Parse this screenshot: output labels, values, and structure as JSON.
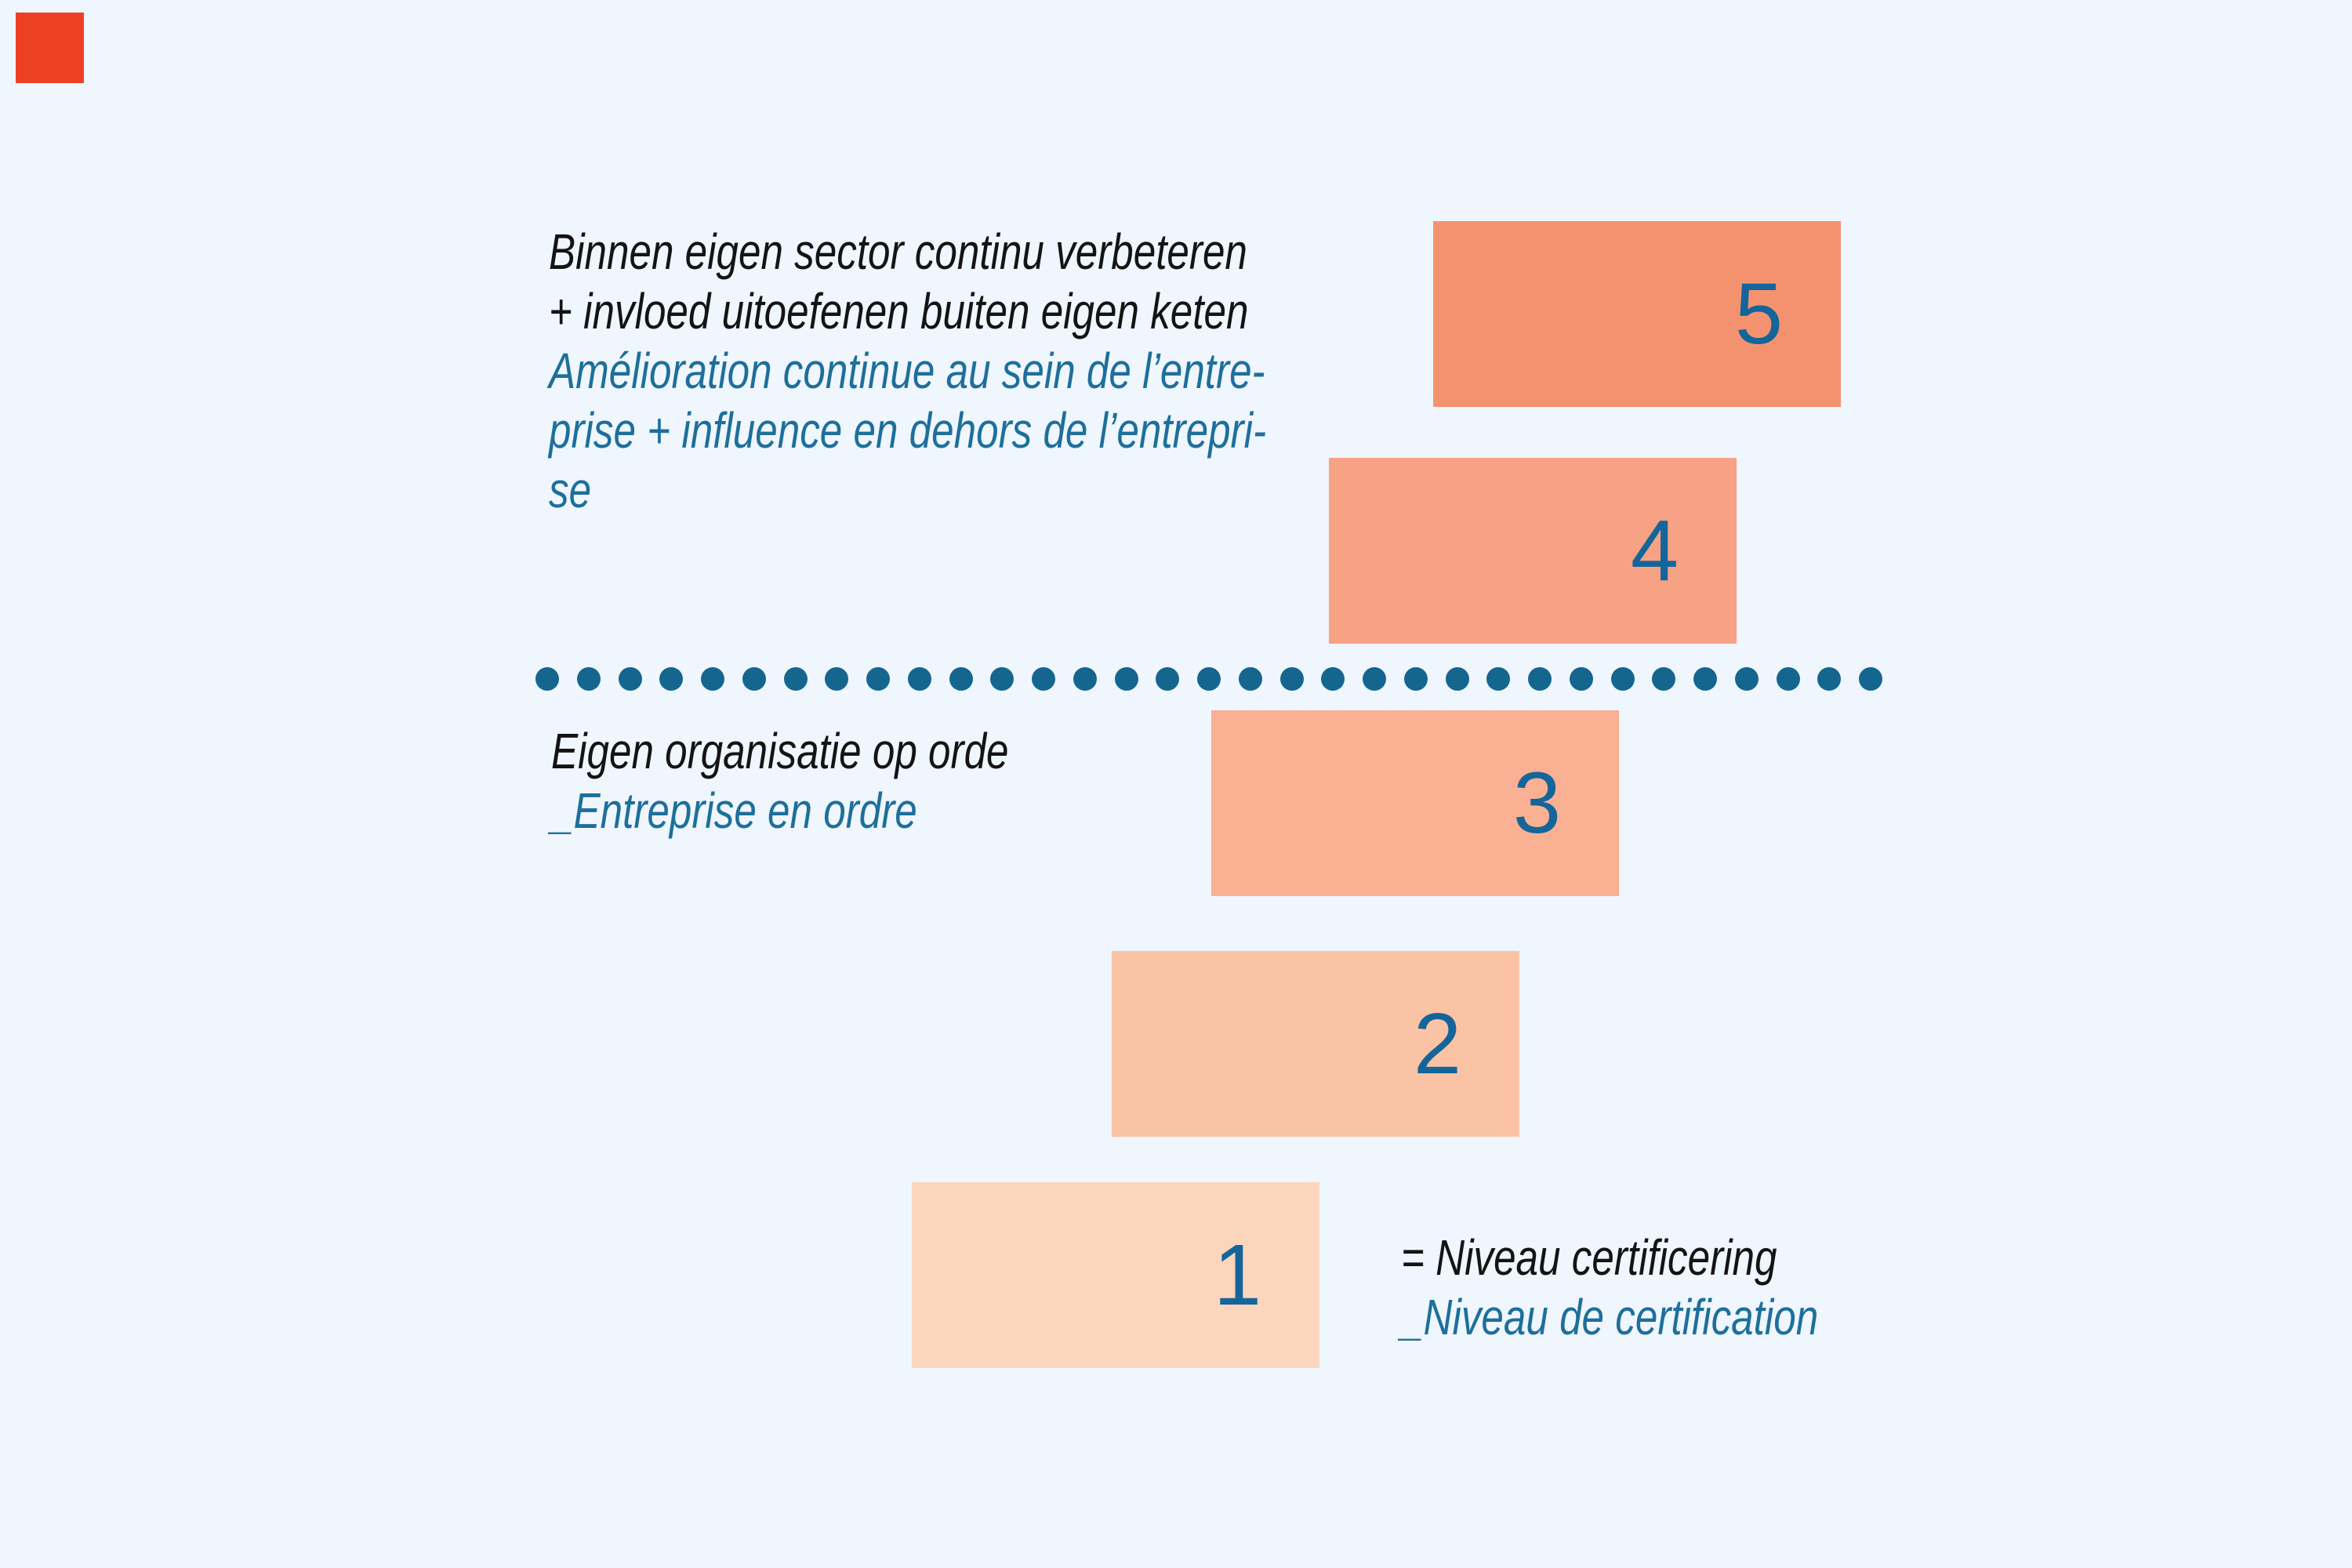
{
  "page": {
    "background_color": "#eff6fd"
  },
  "brand": {
    "corner_square_color": "#ee4023"
  },
  "colors": {
    "text_black": "#141414",
    "text_blue": "#1e6f9b",
    "number_blue": "#14659a",
    "dot_blue": "#15668f"
  },
  "top_label": {
    "nl_line1": "Binnen eigen sector continu verbeteren",
    "nl_line2": "+ invloed uitoefenen buiten eigen keten",
    "fr_line1": "Amélioration continue au sein de l’entre-",
    "fr_line2": "prise + influence en dehors de l’entrepri-",
    "fr_line3": "se"
  },
  "mid_label": {
    "nl": "Eigen organisatie op orde",
    "fr": "_Entreprise en ordre"
  },
  "legend": {
    "nl": "= Niveau certificering",
    "fr": "_Niveau de certification"
  },
  "divider": {
    "dot_count": 33
  },
  "ladder": {
    "levels": [
      {
        "number": "5",
        "color": "#f4926f"
      },
      {
        "number": "4",
        "color": "#f7a285"
      },
      {
        "number": "3",
        "color": "#f9b093"
      },
      {
        "number": "2",
        "color": "#fac3a6"
      },
      {
        "number": "1",
        "color": "#fcd5bd"
      }
    ]
  }
}
